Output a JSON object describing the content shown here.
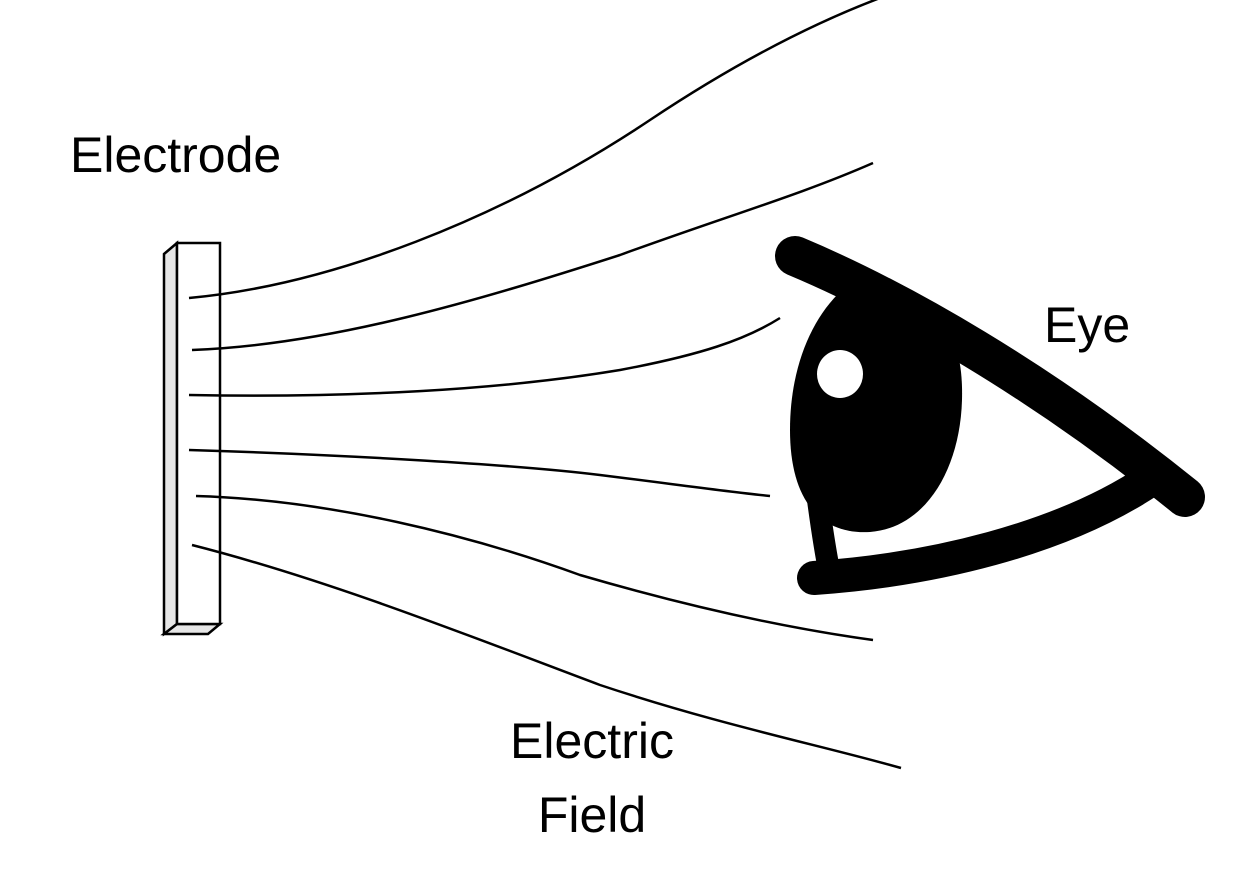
{
  "labels": {
    "electrode": "Electrode",
    "eye": "Eye",
    "field_line1": "Electric",
    "field_line2": "Field"
  },
  "colors": {
    "ink": "#000000",
    "electrode_side": "#e6e6e6",
    "background": "#ffffff"
  },
  "field_lines_count": 6
}
